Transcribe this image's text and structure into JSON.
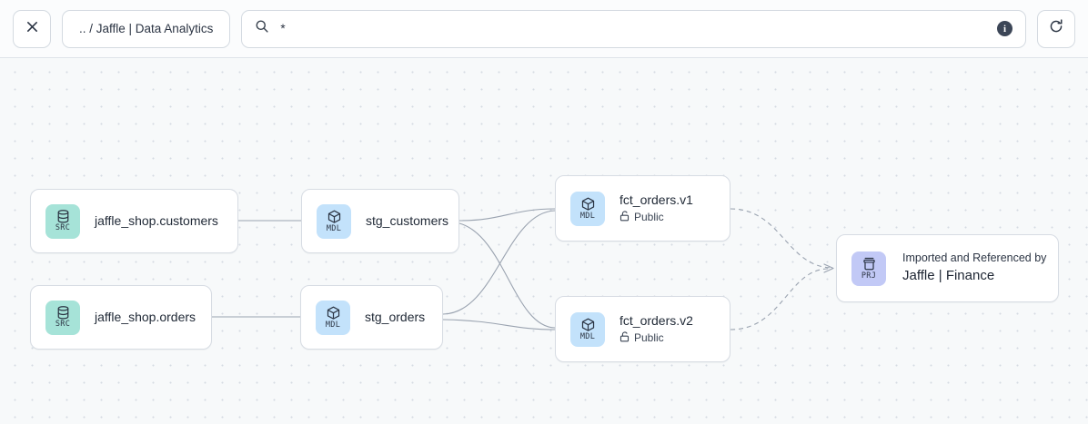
{
  "toolbar": {
    "close_label": "close-icon",
    "breadcrumb": ".. / Jaffle | Data Analytics",
    "search": {
      "value": "*",
      "placeholder": "",
      "info_label": "i"
    },
    "refresh_label": "refresh-icon"
  },
  "graph": {
    "nodes": [
      {
        "id": "src_customers",
        "badge": "SRC",
        "kind": "source",
        "title": "jaffle_shop.customers"
      },
      {
        "id": "src_orders",
        "badge": "SRC",
        "kind": "source",
        "title": "jaffle_shop.orders"
      },
      {
        "id": "stg_customers",
        "badge": "MDL",
        "kind": "model",
        "title": "stg_customers"
      },
      {
        "id": "stg_orders",
        "badge": "MDL",
        "kind": "model",
        "title": "stg_orders"
      },
      {
        "id": "fct_orders_v1",
        "badge": "MDL",
        "kind": "model",
        "title": "fct_orders.v1",
        "access": "Public"
      },
      {
        "id": "fct_orders_v2",
        "badge": "MDL",
        "kind": "model",
        "title": "fct_orders.v2",
        "access": "Public"
      },
      {
        "id": "project",
        "badge": "PRJ",
        "kind": "project",
        "caption": "Imported and Referenced by",
        "name": "Jaffle | Finance"
      }
    ]
  },
  "colors": {
    "badge_src": "#a6e3d8",
    "badge_mdl": "#c3e2fb",
    "badge_prj": "#c2c9f6",
    "edge": "#9aa3b0",
    "canvas": "#f7f9fa",
    "node_border": "#d7dce3"
  }
}
